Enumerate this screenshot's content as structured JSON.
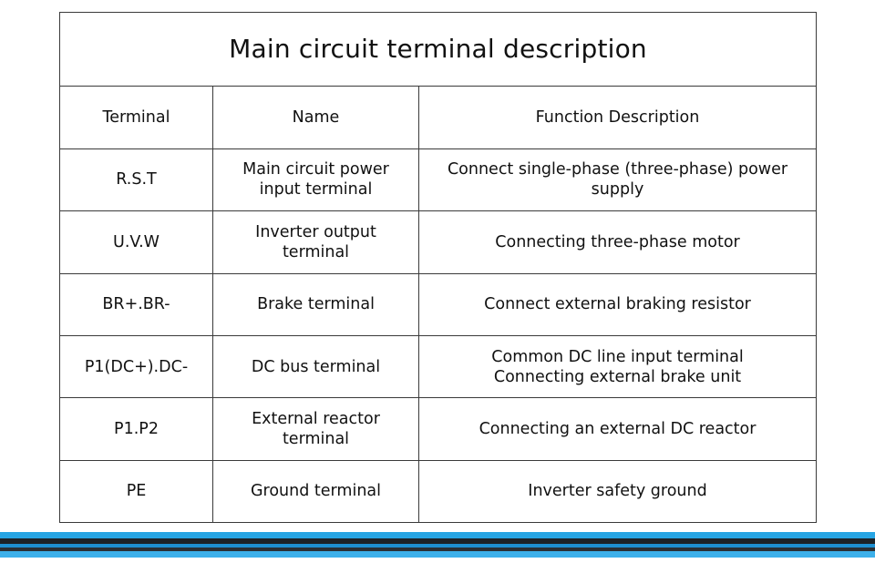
{
  "document": {
    "title": "Main circuit terminal description",
    "headers": {
      "terminal": "Terminal",
      "name": "Name",
      "function": "Function Description"
    },
    "rows": [
      {
        "terminal": "R.S.T",
        "name": [
          "Main circuit power",
          "input terminal"
        ],
        "function": [
          "Connect single-phase (three-phase) power",
          "supply"
        ]
      },
      {
        "terminal": "U.V.W",
        "name": [
          "Inverter output",
          "terminal"
        ],
        "function": [
          "Connecting three-phase motor"
        ]
      },
      {
        "terminal": "BR+.BR-",
        "name": [
          "Brake terminal"
        ],
        "function": [
          "Connect external braking resistor"
        ]
      },
      {
        "terminal": "P1(DC+).DC-",
        "name": [
          "DC bus terminal"
        ],
        "function": [
          "Common DC line input terminal",
          "Connecting external brake unit"
        ]
      },
      {
        "terminal": "P1.P2",
        "name": [
          "External reactor",
          "terminal"
        ],
        "function": [
          "Connecting an external DC reactor"
        ]
      },
      {
        "terminal": "PE",
        "name": [
          "Ground terminal"
        ],
        "function": [
          "Inverter safety ground"
        ]
      }
    ]
  },
  "colors": {
    "border": "#3a3a3a",
    "stripe_blue": "#27a5e4",
    "stripe_dark": "#1d2328"
  }
}
